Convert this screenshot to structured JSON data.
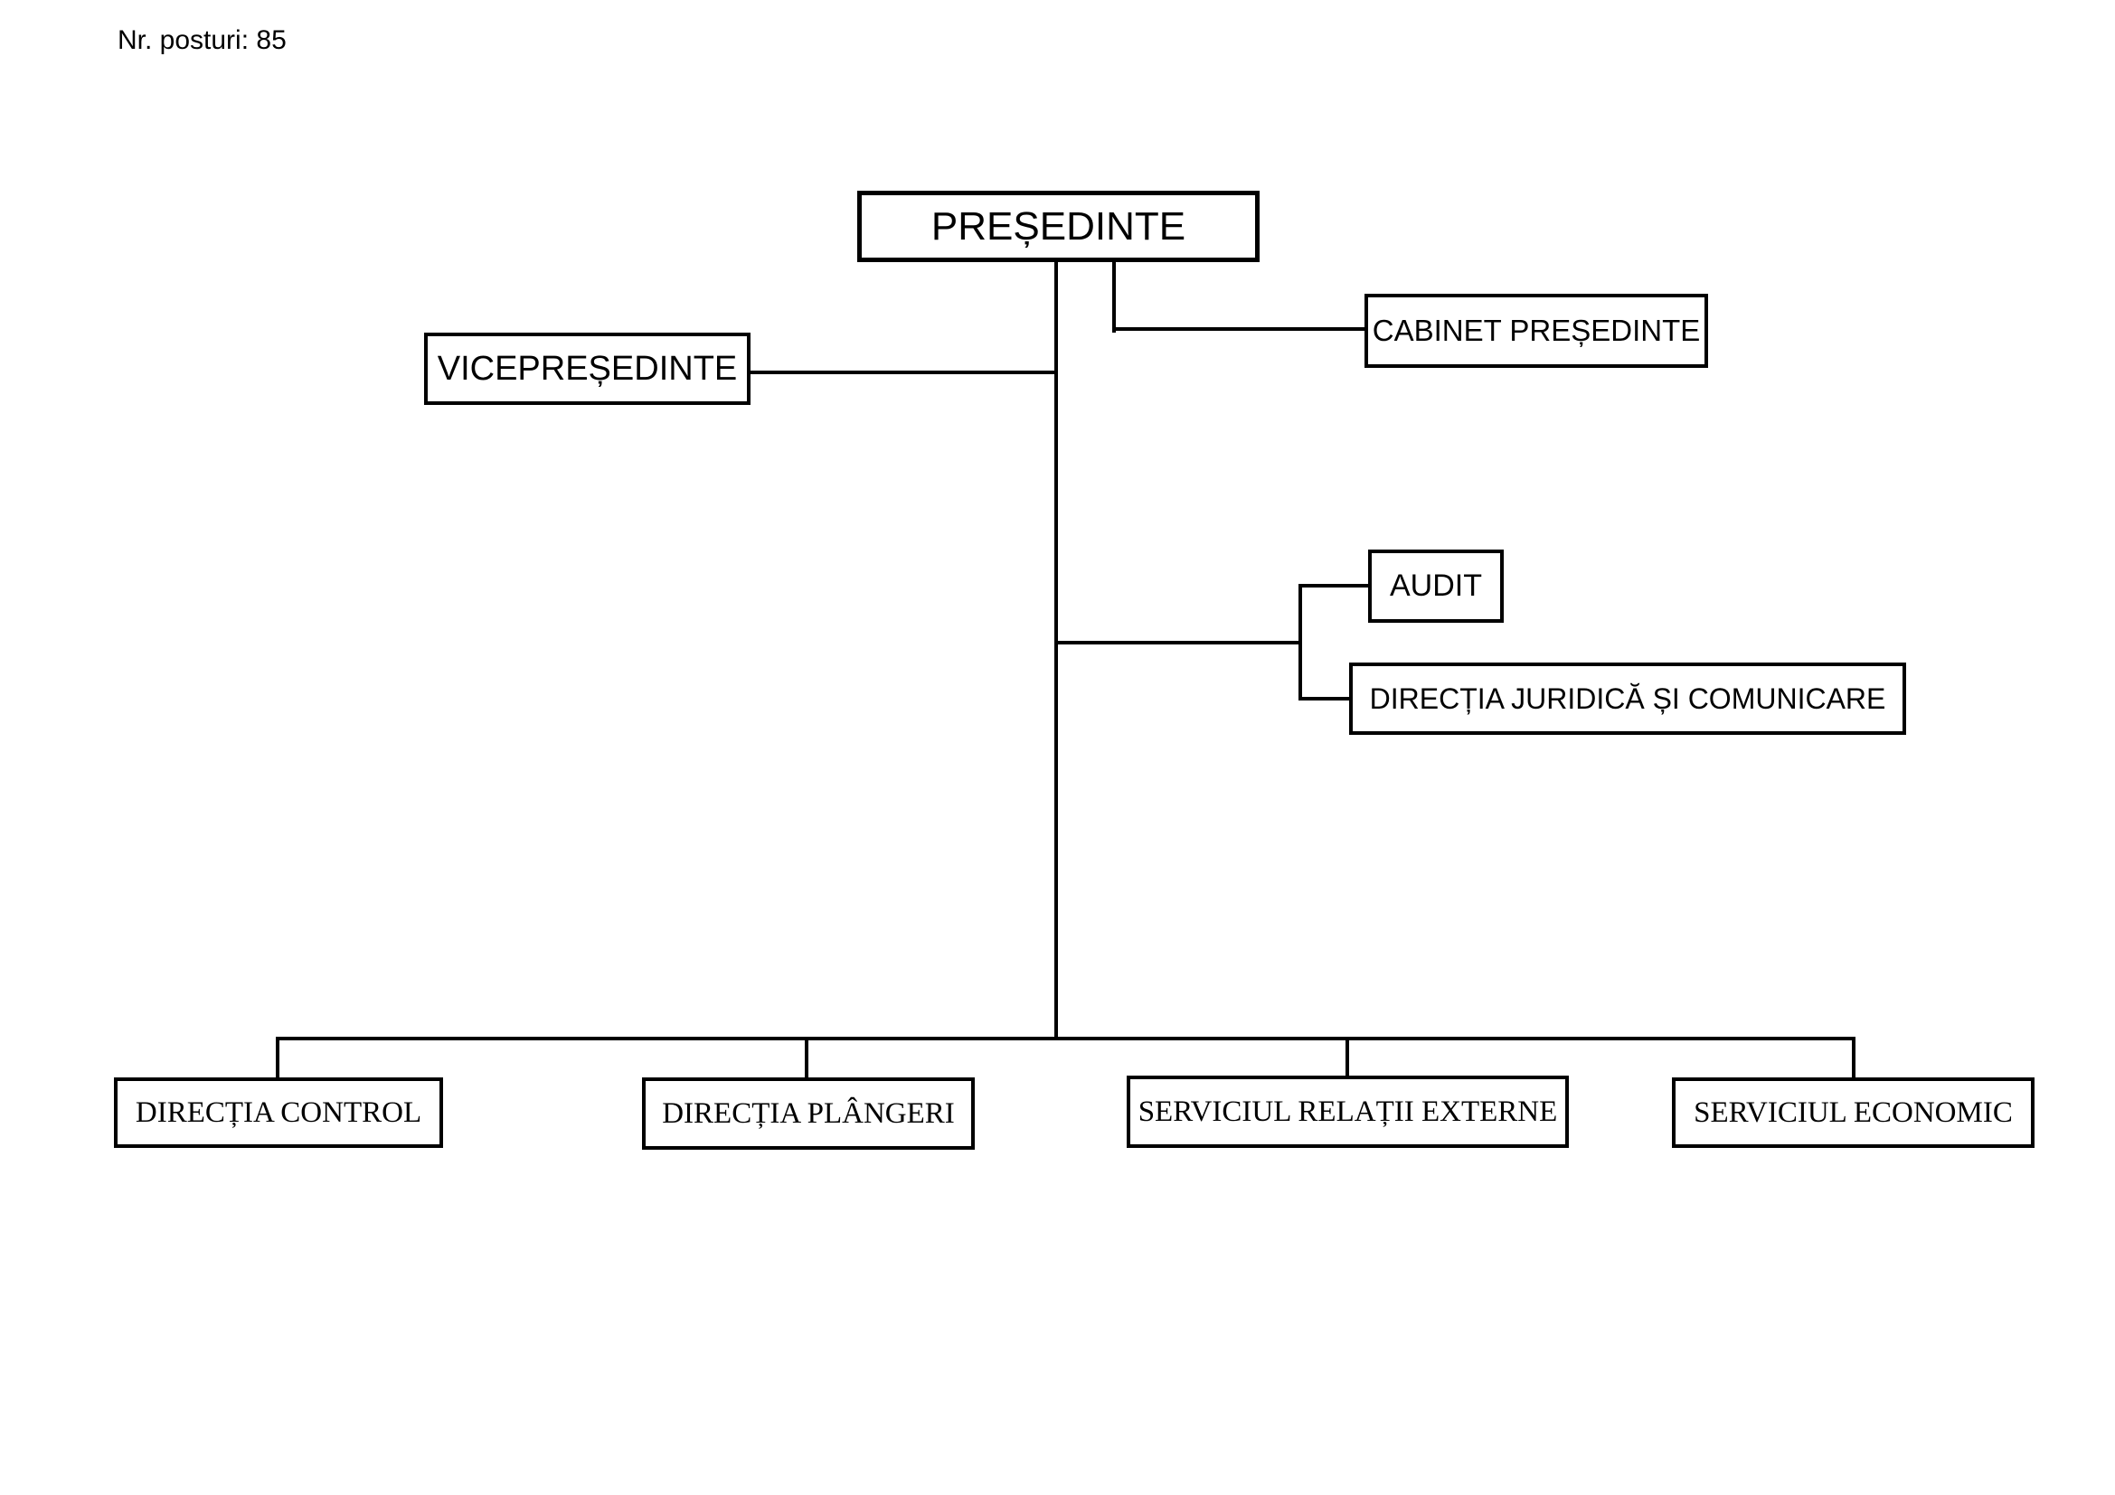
{
  "page": {
    "posts_count_label": "Nr. posturi: 85",
    "background_color": "#ffffff",
    "line_color": "#000000",
    "box_border_color": "#000000",
    "text_color": "#000000"
  },
  "org_chart": {
    "nodes": {
      "presedinte": {
        "label": "PREȘEDINTE"
      },
      "vicepresedinte": {
        "label": "VICEPREȘEDINTE"
      },
      "cabinet": {
        "label": "CABINET PREȘEDINTE"
      },
      "audit": {
        "label": "AUDIT"
      },
      "juridica": {
        "label": "DIRECȚIA JURIDICĂ ȘI COMUNICARE"
      },
      "control": {
        "label": "DIRECȚIA CONTROL"
      },
      "plangeri": {
        "label": "DIRECȚIA PLÂNGERI"
      },
      "relatii": {
        "label": "SERVICIUL RELAȚII EXTERNE"
      },
      "economic": {
        "label": "SERVICIUL ECONOMIC"
      }
    },
    "edges": [
      {
        "from": "presedinte",
        "to": "cabinet"
      },
      {
        "from": "presedinte",
        "to": "vicepresedinte"
      },
      {
        "from": "presedinte",
        "to": "audit"
      },
      {
        "from": "presedinte",
        "to": "juridica"
      },
      {
        "from": "presedinte",
        "to": "control"
      },
      {
        "from": "presedinte",
        "to": "plangeri"
      },
      {
        "from": "presedinte",
        "to": "relatii"
      },
      {
        "from": "presedinte",
        "to": "economic"
      }
    ]
  }
}
